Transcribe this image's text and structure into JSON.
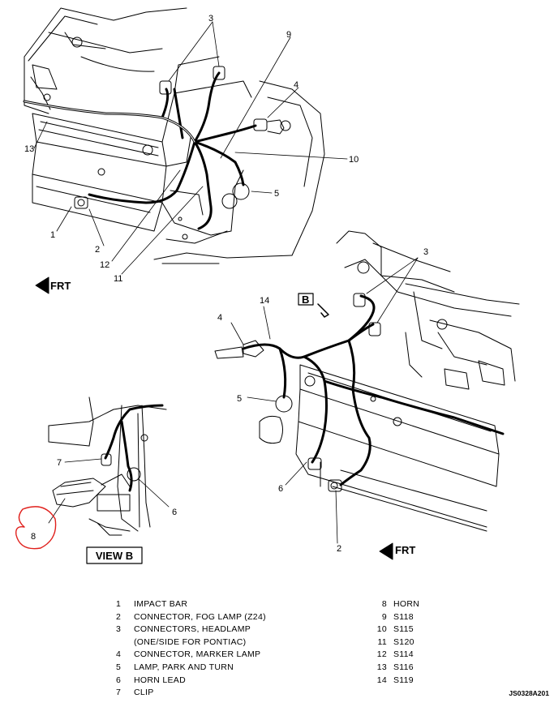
{
  "diagram": {
    "callouts": {
      "c1": "1",
      "c2_top": "2",
      "c3_top": "3",
      "c4_top": "4",
      "c5_top": "5",
      "c9": "9",
      "c10": "10",
      "c11": "11",
      "c12": "12",
      "c13": "13",
      "c3_right": "3",
      "c4_right": "4",
      "c5_right": "5",
      "c6_right": "6",
      "c14": "14",
      "c2_right": "2",
      "c7": "7",
      "c6_viewb": "6",
      "c8": "8",
      "view_marker": "B"
    },
    "frt_top": "FRT",
    "frt_bottom": "FRT",
    "view_label": "VIEW B"
  },
  "legend": {
    "left": [
      {
        "num": "1",
        "text": "IMPACT BAR"
      },
      {
        "num": "2",
        "text": "CONNECTOR, FOG LAMP (Z24)"
      },
      {
        "num": "3",
        "text": "CONNECTORS, HEADLAMP\n(ONE/SIDE FOR PONTIAC)"
      },
      {
        "num": "4",
        "text": "CONNECTOR, MARKER LAMP"
      },
      {
        "num": "5",
        "text": "LAMP, PARK AND TURN"
      },
      {
        "num": "6",
        "text": "HORN LEAD"
      },
      {
        "num": "7",
        "text": "CLIP"
      }
    ],
    "right": [
      {
        "num": "8",
        "text": "HORN"
      },
      {
        "num": "9",
        "text": "S118"
      },
      {
        "num": "10",
        "text": "S115"
      },
      {
        "num": "11",
        "text": "S120"
      },
      {
        "num": "12",
        "text": "S114"
      },
      {
        "num": "13",
        "text": "S116"
      },
      {
        "num": "14",
        "text": "S119"
      }
    ]
  },
  "document_id": "JS0328A201",
  "colors": {
    "line": "#000000",
    "highlight_circle": "#e0201c",
    "background": "#ffffff"
  }
}
